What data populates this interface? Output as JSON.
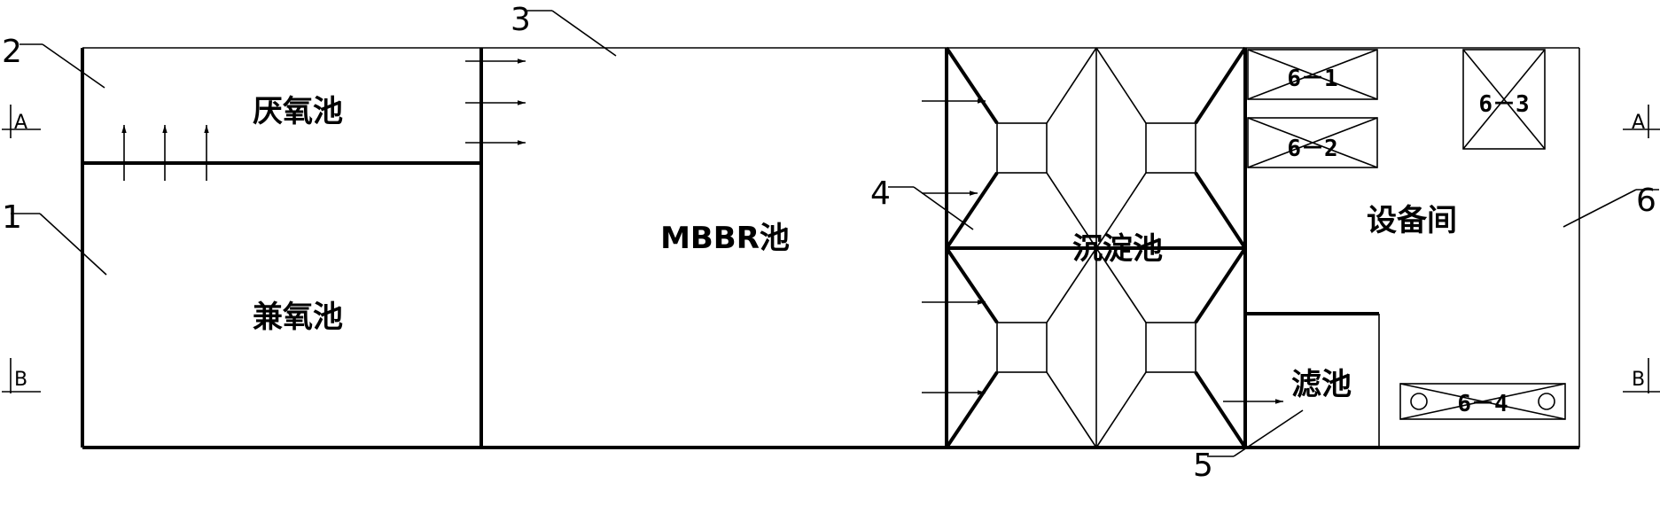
{
  "tanks": {
    "anaerobic": "厌氧池",
    "anoxic": "兼氧池",
    "mbbr": "MBBR池",
    "sedimentation": "沉淀池",
    "filter": "滤池",
    "equipment_room": "设备间"
  },
  "equipment": {
    "e61": "6－1",
    "e62": "6－2",
    "e63": "6－3",
    "e64": "6－4"
  },
  "callouts": {
    "c1": "1",
    "c2": "2",
    "c3": "3",
    "c4": "4",
    "c5": "5",
    "c6": "6"
  },
  "sections": {
    "a_left": "A",
    "a_right": "A",
    "b_left": "B",
    "b_right": "B"
  }
}
